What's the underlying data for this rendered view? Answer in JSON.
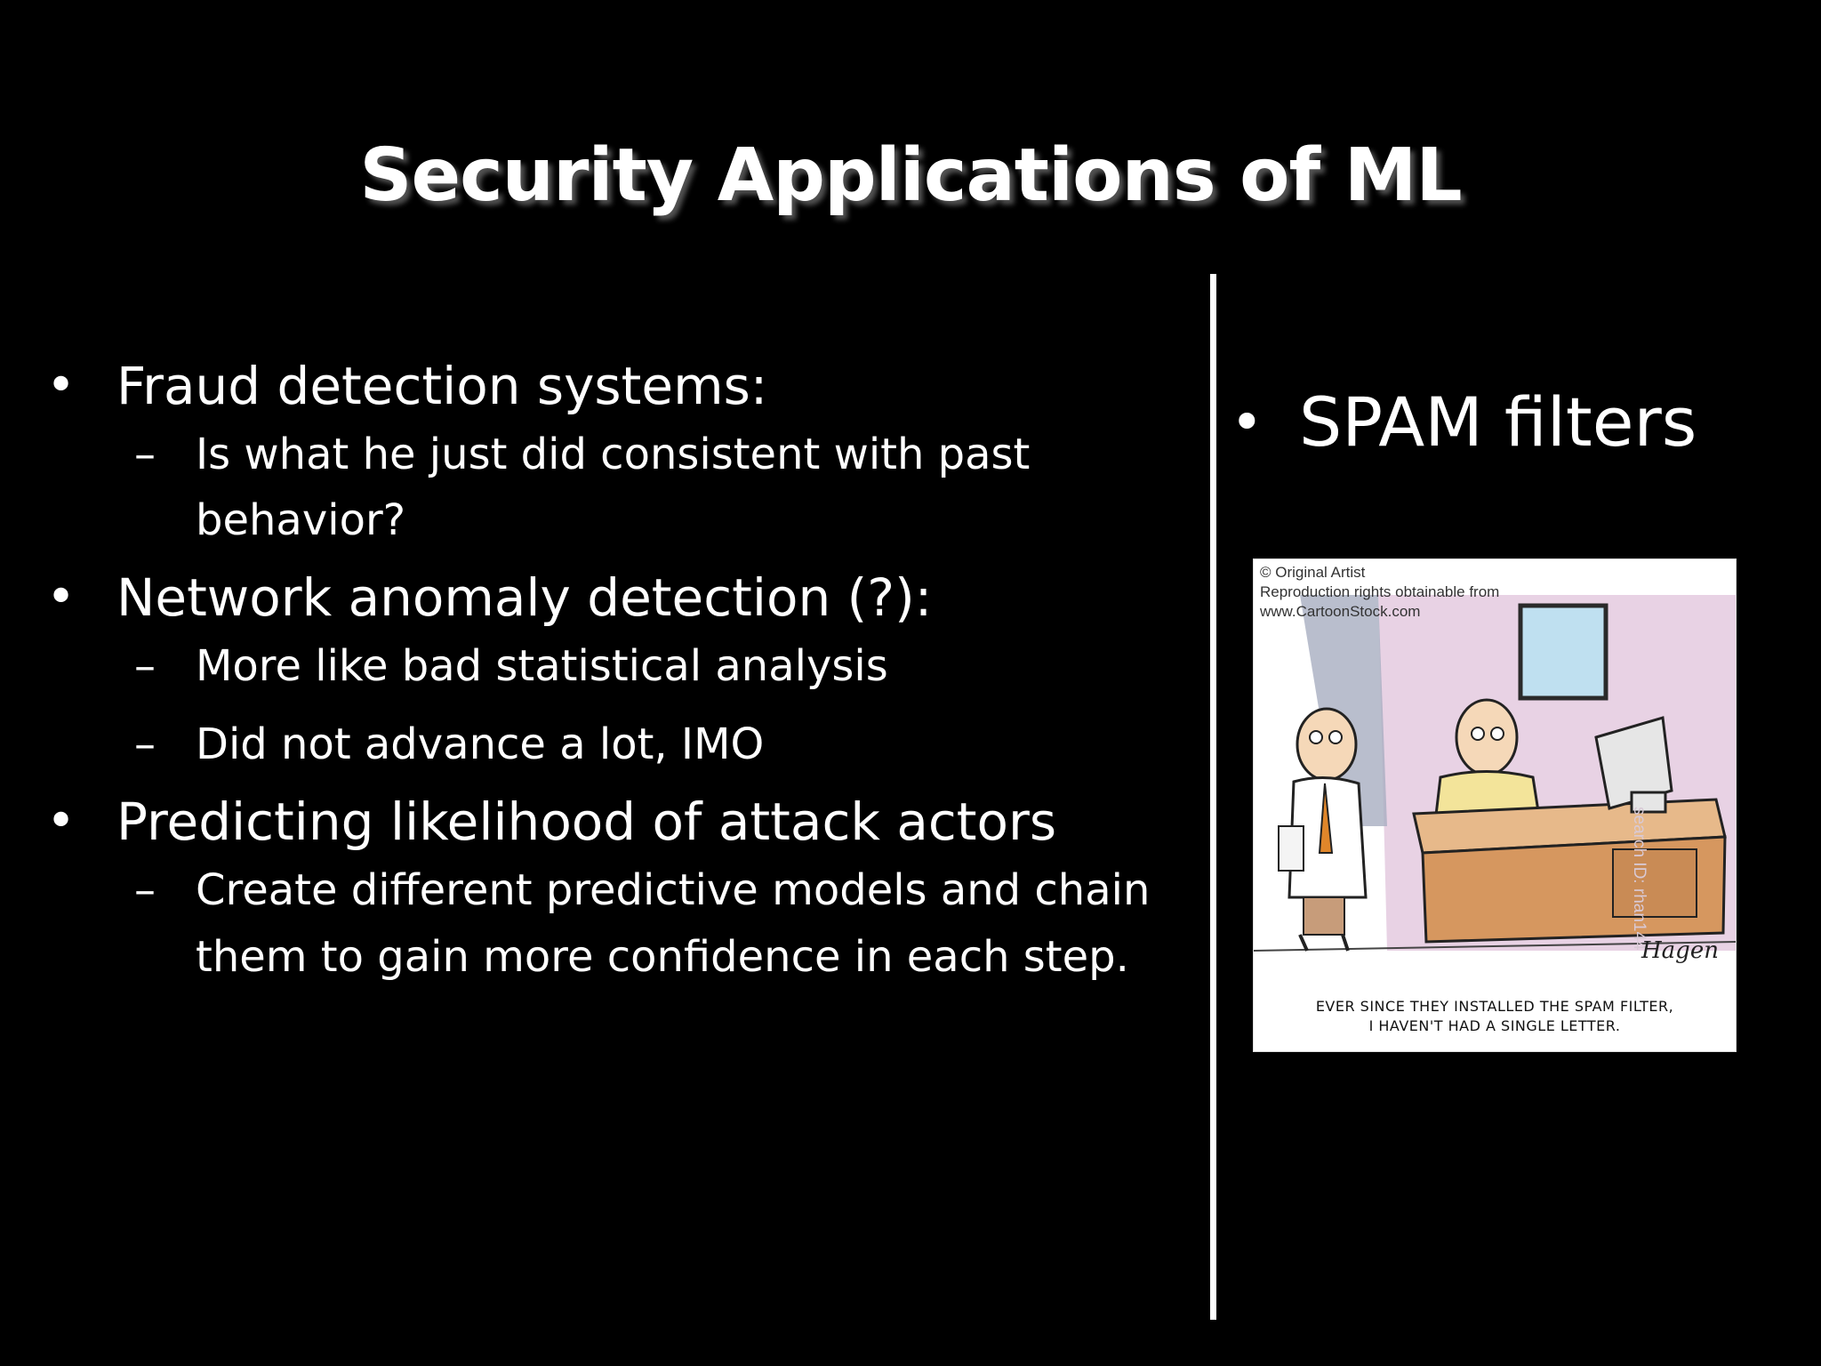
{
  "slide": {
    "title": "Security Applications of ML",
    "bullet_glyph": "•",
    "dash_glyph": "–",
    "left_bullets": [
      {
        "text": "Fraud detection systems:",
        "subs": [
          "Is what he just did consistent with past behavior?"
        ]
      },
      {
        "text": "Network anomaly detection (?):",
        "subs": [
          "More like bad statistical analysis",
          "Did not advance a lot, IMO"
        ]
      },
      {
        "text": "Predicting likelihood of attack actors",
        "subs": [
          "Create different predictive models and chain them to gain more confidence in each step."
        ]
      }
    ],
    "right_bullet": "SPAM filters",
    "cartoon": {
      "credit_line1": "© Original Artist",
      "credit_line2": "Reproduction rights obtainable from",
      "credit_line3": "www.CartoonStock.com",
      "side_id": "search ID: rhan144",
      "signature": "Hagen",
      "caption_line1": "EVER SINCE THEY INSTALLED THE SPAM FILTER,",
      "caption_line2": "I HAVEN'T HAD A SINGLE LETTER."
    }
  },
  "colors": {
    "background": "#000000",
    "text": "#ffffff",
    "cartoon_wall": "#e8d2e4"
  }
}
